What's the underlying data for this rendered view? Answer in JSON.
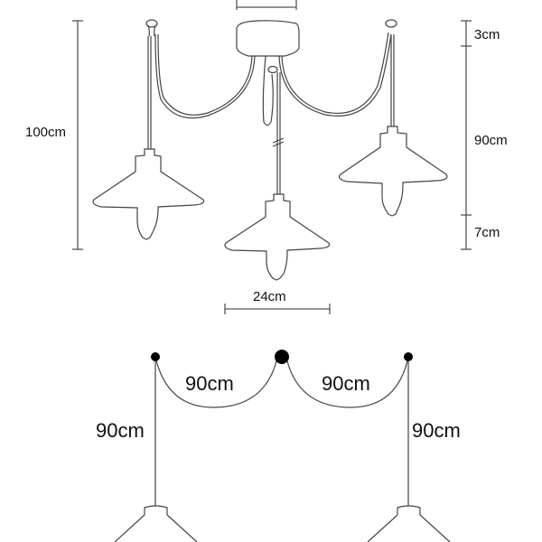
{
  "diagram": {
    "type": "product-dimension-drawing",
    "subject": "3-light pendant ceiling lamp",
    "top_view": {
      "dimensions": {
        "total_height": "100cm",
        "canopy_height": "3cm",
        "cable_length": "90cm",
        "shade_height": "7cm",
        "shade_width": "24cm"
      }
    },
    "bottom_view": {
      "dimensions": {
        "swag_left": "90cm",
        "swag_right": "90cm",
        "drop_left": "90cm",
        "drop_right": "90cm"
      }
    },
    "colors": {
      "line": "#444444",
      "text": "#111111",
      "point": "#000000",
      "background": "#ffffff"
    }
  }
}
